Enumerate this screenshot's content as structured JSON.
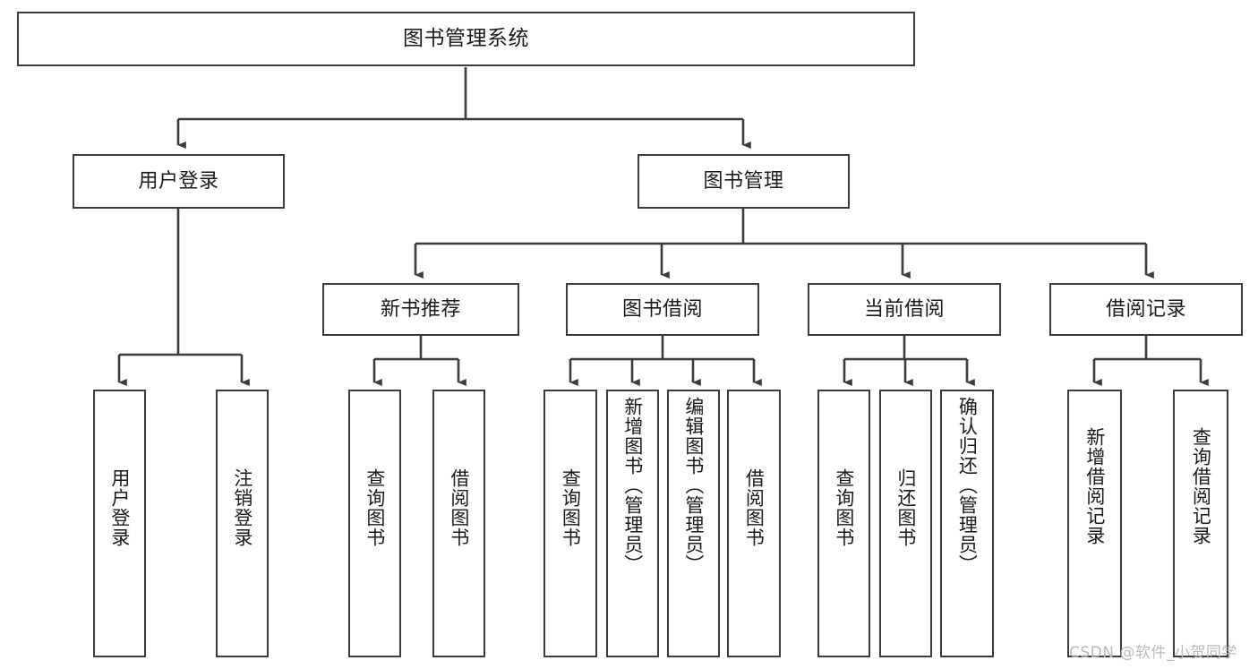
{
  "diagram": {
    "title": "图书管理系统",
    "watermark": "CSDN @软件_小贺同学",
    "line_color": "#3b3b3b",
    "box_border_color": "#3b3b3b",
    "box_fill_color": "#ffffff",
    "text_color": "#1a1a1a",
    "watermark_color": "#b9b9b9"
  },
  "nodes": {
    "root": {
      "label": "图书管理系统"
    },
    "level2": [
      {
        "label": "用户登录"
      },
      {
        "label": "图书管理"
      }
    ],
    "level3": [
      {
        "label": "新书推荐"
      },
      {
        "label": "图书借阅"
      },
      {
        "label": "当前借阅"
      },
      {
        "label": "借阅记录"
      }
    ],
    "leaves": {
      "user_login": [
        {
          "label": "用户登录"
        },
        {
          "label": "注销登录"
        }
      ],
      "new_book_recommend": [
        {
          "label": "查询图书"
        },
        {
          "label": "借阅图书"
        }
      ],
      "book_borrow": [
        {
          "label": "查询图书"
        },
        {
          "label": "新增图书（管理员）"
        },
        {
          "label": "编辑图书（管理员）"
        },
        {
          "label": "借阅图书"
        }
      ],
      "current_borrow": [
        {
          "label": "查询图书"
        },
        {
          "label": "归还图书"
        },
        {
          "label": "确认归还（管理员）"
        }
      ],
      "borrow_record": [
        {
          "label": "新增借阅记录"
        },
        {
          "label": "查询借阅记录"
        }
      ]
    }
  },
  "chart_data": {
    "type": "tree",
    "title": "图书管理系统",
    "root": {
      "label": "图书管理系统",
      "children": [
        {
          "label": "用户登录",
          "children": [
            {
              "label": "用户登录"
            },
            {
              "label": "注销登录"
            }
          ]
        },
        {
          "label": "图书管理",
          "children": [
            {
              "label": "新书推荐",
              "children": [
                {
                  "label": "查询图书"
                },
                {
                  "label": "借阅图书"
                }
              ]
            },
            {
              "label": "图书借阅",
              "children": [
                {
                  "label": "查询图书"
                },
                {
                  "label": "新增图书（管理员）"
                },
                {
                  "label": "编辑图书（管理员）"
                },
                {
                  "label": "借阅图书"
                }
              ]
            },
            {
              "label": "当前借阅",
              "children": [
                {
                  "label": "查询图书"
                },
                {
                  "label": "归还图书"
                },
                {
                  "label": "确认归还（管理员）"
                }
              ]
            },
            {
              "label": "借阅记录",
              "children": [
                {
                  "label": "新增借阅记录"
                },
                {
                  "label": "查询借阅记录"
                }
              ]
            }
          ]
        }
      ]
    }
  }
}
